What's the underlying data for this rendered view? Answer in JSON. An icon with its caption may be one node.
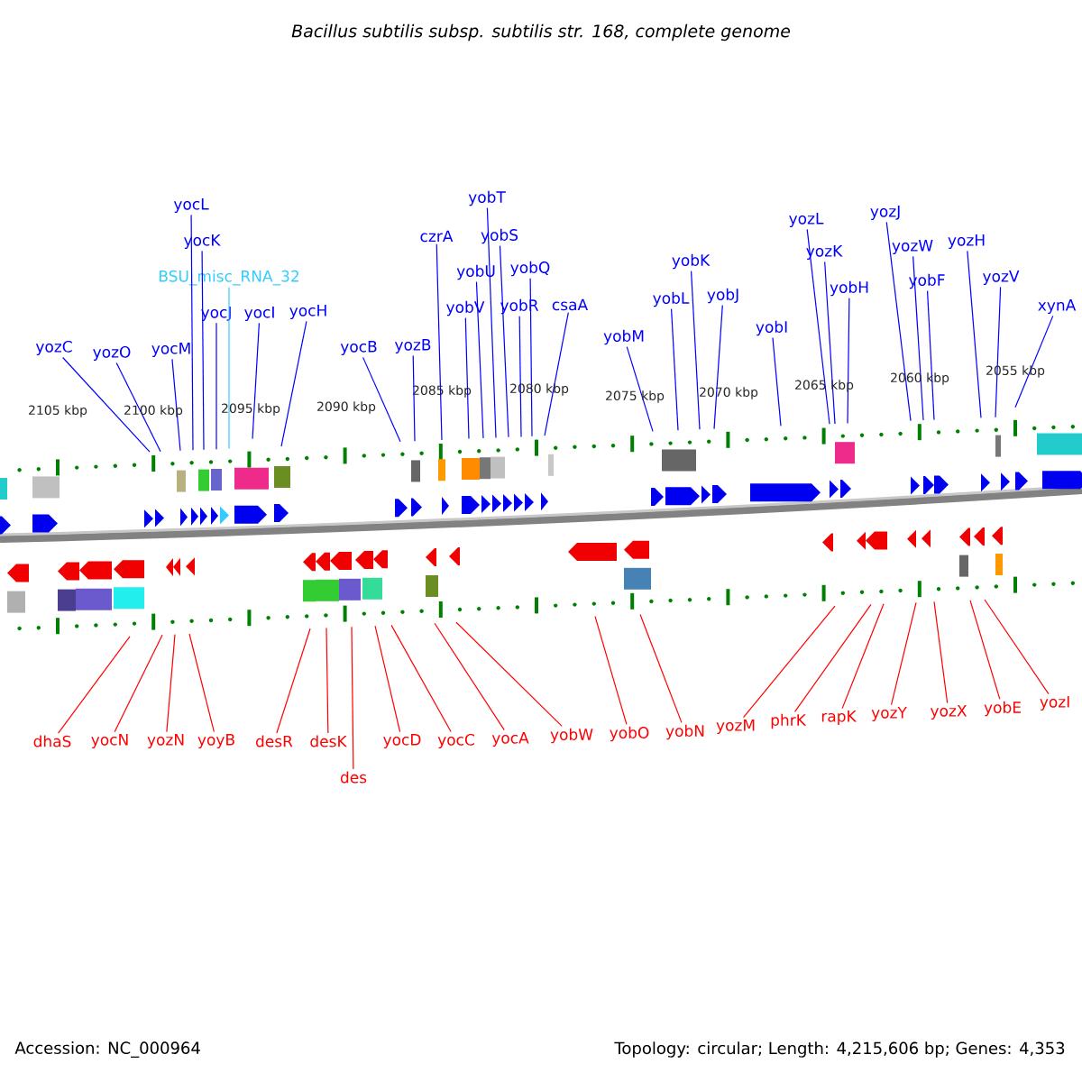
{
  "diagram": {
    "title": "Bacillus subtilis subsp. subtilis str. 168, complete genome",
    "nodes": [
      {
        "text": [
          "yozC"
        ]
      },
      {
        "text": [
          "yozO"
        ]
      },
      {
        "text": [
          "yocM"
        ]
      },
      {
        "text": [
          "yocL"
        ]
      },
      {
        "text": [
          "yocK"
        ]
      },
      {
        "text": [
          "BSU_misc_RNA_32"
        ]
      },
      {
        "text": [
          "yocJ"
        ]
      },
      {
        "text": [
          "yocI"
        ]
      },
      {
        "text": [
          "yocH"
        ]
      },
      {
        "text": [
          "yocB"
        ]
      },
      {
        "text": [
          "yozB"
        ]
      },
      {
        "text": [
          "czrA"
        ]
      },
      {
        "text": [
          "yobV"
        ]
      },
      {
        "text": [
          "yobU"
        ]
      },
      {
        "text": [
          "yobT"
        ]
      },
      {
        "text": [
          "yobS"
        ]
      },
      {
        "text": [
          "yobR"
        ]
      },
      {
        "text": [
          "yobQ"
        ]
      },
      {
        "text": [
          "csaA"
        ]
      },
      {
        "text": [
          "yobM"
        ]
      },
      {
        "text": [
          "yobL"
        ]
      },
      {
        "text": [
          "yobK"
        ]
      },
      {
        "text": [
          "yobJ"
        ]
      },
      {
        "text": [
          "yobI"
        ]
      },
      {
        "text": [
          "yozL"
        ]
      },
      {
        "text": [
          "yozK"
        ]
      },
      {
        "text": [
          "yobH"
        ]
      },
      {
        "text": [
          "yozJ"
        ]
      },
      {
        "text": [
          "yozW"
        ]
      },
      {
        "text": [
          "yobF"
        ]
      },
      {
        "text": [
          "yozH"
        ]
      },
      {
        "text": [
          "yozV"
        ]
      },
      {
        "text": [
          "xynA"
        ]
      },
      {
        "text": [
          "dhaS"
        ]
      },
      {
        "text": [
          "yocN"
        ]
      },
      {
        "text": [
          "yozN"
        ]
      },
      {
        "text": [
          "yoyB"
        ]
      },
      {
        "text": [
          "desR"
        ]
      },
      {
        "text": [
          "desK"
        ]
      },
      {
        "text": [
          "des"
        ]
      },
      {
        "text": [
          "yocD"
        ]
      },
      {
        "text": [
          "yocC"
        ]
      },
      {
        "text": [
          "yocA"
        ]
      },
      {
        "text": [
          "yobW"
        ]
      },
      {
        "text": [
          "yobO"
        ]
      },
      {
        "text": [
          "yobN"
        ]
      },
      {
        "text": [
          "yozM"
        ]
      },
      {
        "text": [
          "phrK"
        ]
      },
      {
        "text": [
          "rapK"
        ]
      },
      {
        "text": [
          "yozY"
        ]
      },
      {
        "text": [
          "yozX"
        ]
      },
      {
        "text": [
          "yobE"
        ]
      },
      {
        "text": [
          "yozI"
        ]
      }
    ],
    "edges": [
      {
        "from": 0,
        "to": null,
        "arrow": "none"
      },
      {
        "from": 1,
        "to": null,
        "arrow": "none"
      },
      {
        "from": 2,
        "to": null,
        "arrow": "none"
      },
      {
        "from": 3,
        "to": null,
        "arrow": "none"
      },
      {
        "from": 4,
        "to": null,
        "arrow": "none"
      },
      {
        "from": 5,
        "to": null,
        "arrow": "none",
        "color": "#33ccff"
      },
      {
        "from": 6,
        "to": null,
        "arrow": "none"
      },
      {
        "from": 7,
        "to": null,
        "arrow": "none"
      },
      {
        "from": 8,
        "to": null,
        "arrow": "none"
      },
      {
        "from": 9,
        "to": null,
        "arrow": "none"
      },
      {
        "from": 10,
        "to": null,
        "arrow": "none"
      },
      {
        "from": 11,
        "to": null,
        "arrow": "none"
      },
      {
        "from": 12,
        "to": null,
        "arrow": "none"
      },
      {
        "from": 13,
        "to": null,
        "arrow": "none"
      },
      {
        "from": 14,
        "to": null,
        "arrow": "none"
      },
      {
        "from": 15,
        "to": null,
        "arrow": "none"
      },
      {
        "from": 16,
        "to": null,
        "arrow": "none"
      },
      {
        "from": 17,
        "to": null,
        "arrow": "none"
      },
      {
        "from": 18,
        "to": null,
        "arrow": "none"
      },
      {
        "from": 19,
        "to": null,
        "arrow": "none"
      },
      {
        "from": 20,
        "to": null,
        "arrow": "none"
      },
      {
        "from": 21,
        "to": null,
        "arrow": "none"
      },
      {
        "from": 22,
        "to": null,
        "arrow": "none"
      },
      {
        "from": 23,
        "to": null,
        "arrow": "none"
      },
      {
        "from": 24,
        "to": null,
        "arrow": "none"
      },
      {
        "from": 25,
        "to": null,
        "arrow": "none"
      },
      {
        "from": 26,
        "to": null,
        "arrow": "none"
      },
      {
        "from": 27,
        "to": null,
        "arrow": "none"
      },
      {
        "from": 28,
        "to": null,
        "arrow": "none"
      },
      {
        "from": 29,
        "to": null,
        "arrow": "none"
      },
      {
        "from": 30,
        "to": null,
        "arrow": "none"
      },
      {
        "from": 31,
        "to": null,
        "arrow": "none"
      },
      {
        "from": 32,
        "to": null,
        "arrow": "none"
      },
      {
        "from": 33,
        "to": null,
        "arrow": "none",
        "color": "#ff0000"
      },
      {
        "from": 34,
        "to": null,
        "arrow": "none",
        "color": "#ff0000"
      },
      {
        "from": 35,
        "to": null,
        "arrow": "none",
        "color": "#ff0000"
      },
      {
        "from": 36,
        "to": null,
        "arrow": "none",
        "color": "#ff0000"
      },
      {
        "from": 37,
        "to": null,
        "arrow": "none",
        "color": "#ff0000"
      },
      {
        "from": 38,
        "to": null,
        "arrow": "none",
        "color": "#ff0000"
      },
      {
        "from": 39,
        "to": null,
        "arrow": "none",
        "color": "#ff0000"
      },
      {
        "from": 40,
        "to": null,
        "arrow": "none",
        "color": "#ff0000"
      },
      {
        "from": 41,
        "to": null,
        "arrow": "none",
        "color": "#ff0000"
      },
      {
        "from": 42,
        "to": null,
        "arrow": "none",
        "color": "#ff0000"
      },
      {
        "from": 43,
        "to": null,
        "arrow": "none",
        "color": "#ff0000"
      },
      {
        "from": 44,
        "to": null,
        "arrow": "none",
        "color": "#ff0000"
      },
      {
        "from": 45,
        "to": null,
        "arrow": "none",
        "color": "#ff0000"
      },
      {
        "from": 46,
        "to": null,
        "arrow": "none",
        "color": "#ff0000"
      },
      {
        "from": 47,
        "to": null,
        "arrow": "none",
        "color": "#ff0000"
      },
      {
        "from": 48,
        "to": null,
        "arrow": "none",
        "color": "#ff0000"
      },
      {
        "from": 49,
        "to": null,
        "arrow": "none",
        "color": "#ff0000"
      },
      {
        "from": 50,
        "to": null,
        "arrow": "none",
        "color": "#ff0000"
      },
      {
        "from": 51,
        "to": null,
        "arrow": "none",
        "color": "#ff0000"
      },
      {
        "from": 52,
        "to": null,
        "arrow": "none",
        "color": "#ff0000"
      }
    ],
    "labels": [
      "2105 kbp",
      "2100 kbp",
      "2095 kbp",
      "2090 kbp",
      "2085 kbp",
      "2080 kbp",
      "2075 kbp",
      "2070 kbp",
      "2065 kbp",
      "2060 kbp",
      "2055 kbp",
      "Accession: NC_000964",
      "Topology: circular; Length: 4,215,606 bp; Genes: 4,353"
    ]
  }
}
